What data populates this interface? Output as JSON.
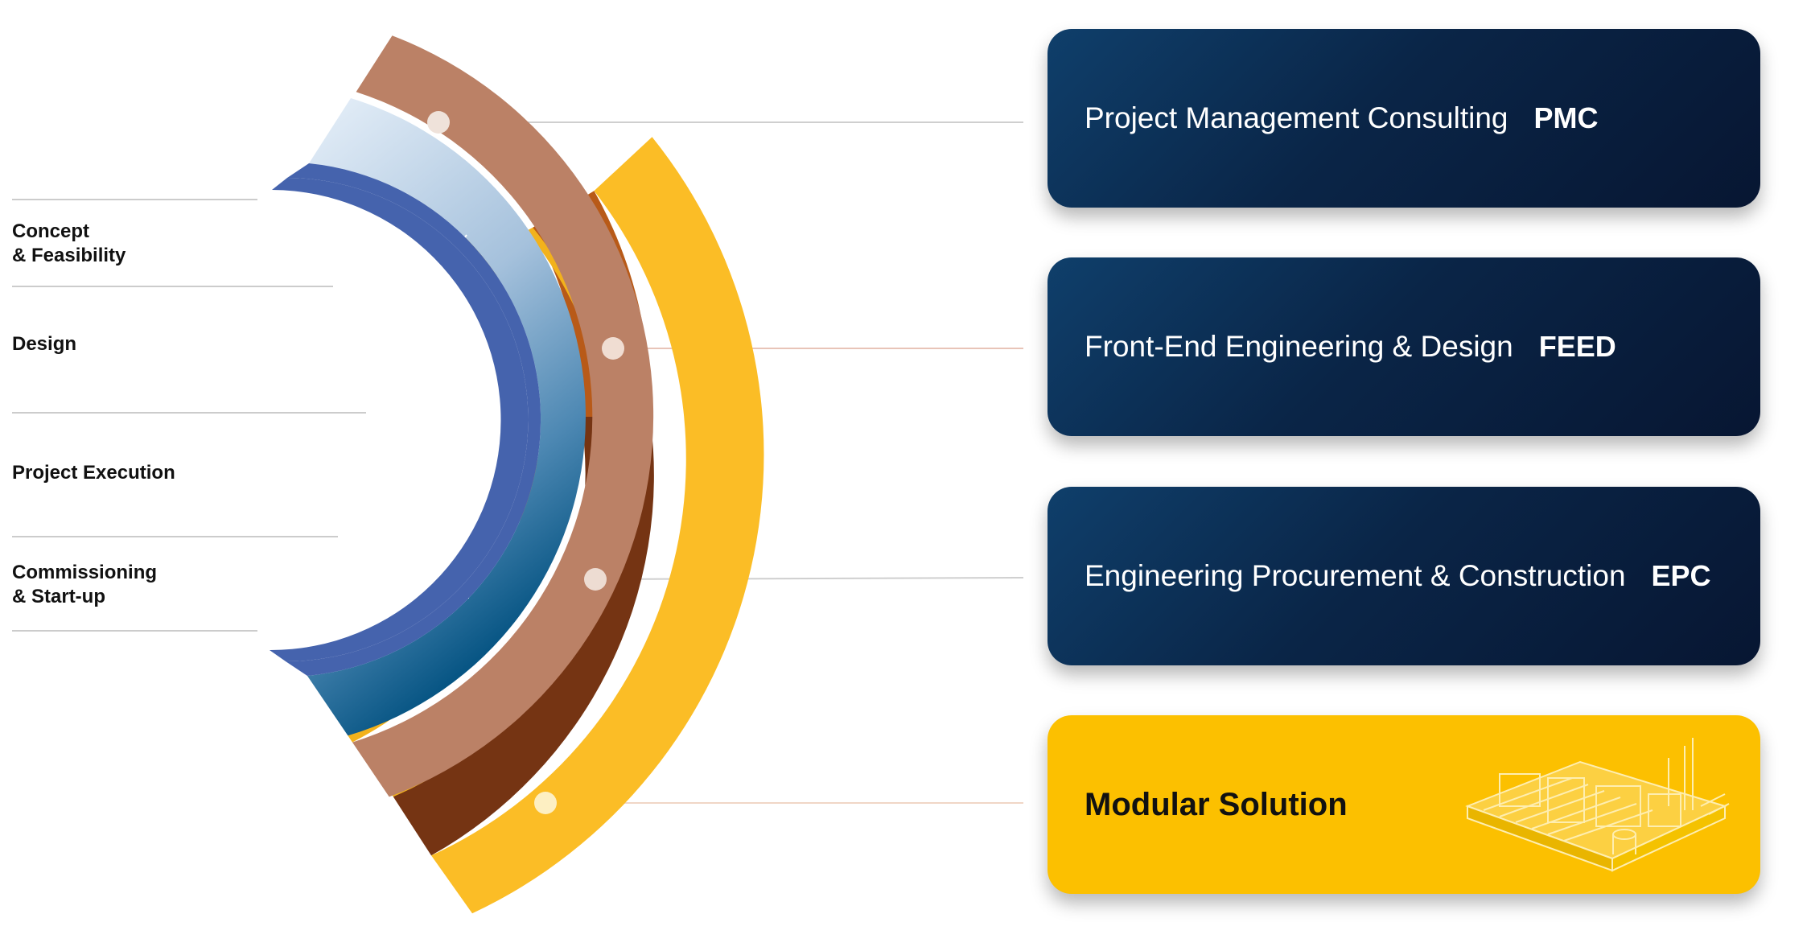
{
  "ring_title": "Project Phases",
  "phases": [
    {
      "label": "Concept\n& Feasibility"
    },
    {
      "label": "Design"
    },
    {
      "label": "Project Execution"
    },
    {
      "label": "Commissioning\n& Start-up"
    }
  ],
  "services": [
    {
      "title": "Project Management Consulting",
      "abbr": "PMC"
    },
    {
      "title": "Front-End Engineering & Design",
      "abbr": "FEED"
    },
    {
      "title": "Engineering Procurement & Construction",
      "abbr": "EPC"
    },
    {
      "title": "Modular Solution",
      "abbr": ""
    }
  ],
  "colors": {
    "blue_ring": "#4563ad",
    "pmc_ring": "#bb8166",
    "feed_band": "#b85a18",
    "epc_band": "#753413",
    "modular_ring": "#fbbd26",
    "card_dark": "#0a2547",
    "card_gold": "#fcc000"
  },
  "icons": [
    "industrial-plant-icon"
  ]
}
